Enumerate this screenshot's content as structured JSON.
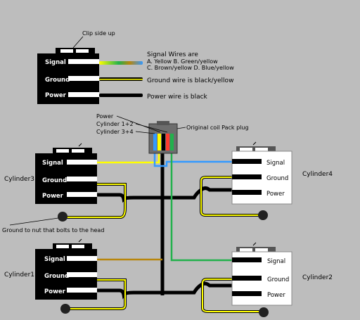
{
  "legend": {
    "clip_label": "Clip side up",
    "signal_title": "Signal Wires are",
    "signal_line1": "A. Yellow B. Green/yellow",
    "signal_line2": "C. Brown/yellow D. Blue/yellow",
    "ground_note": "Ground wire is black/yellow",
    "power_note": "Power wire is black"
  },
  "pins": {
    "signal": "Signal",
    "ground": "Ground",
    "power": "Power"
  },
  "plug": {
    "label": "Original coil Pack plug",
    "pin_power": "Power",
    "pin_cyl12": "Cylinder 1+2",
    "pin_cyl34": "Cylinder 3+4"
  },
  "coils": {
    "cyl3": "Cylinder3",
    "cyl4": "Cylinder4",
    "cyl1": "Cylinder1",
    "cyl2": "Cylinder2"
  },
  "ground_note": "Ground to nut that bolts to the head",
  "colors": {
    "background": "#bdbdbd",
    "black": "#000000",
    "yellow": "#ffff00",
    "green": "#22b14c",
    "blue": "#3399ff",
    "brown": "#b8860b",
    "red": "#ff3b2f"
  }
}
